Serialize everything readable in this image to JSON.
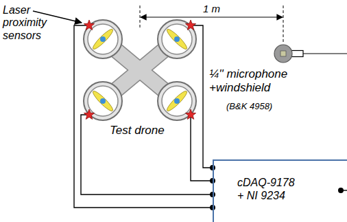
{
  "diagram": {
    "nodes": [
      {
        "text": [
          "cDAQ-9178 + NI 9234"
        ]
      }
    ],
    "labels": [
      "Laser proximity sensors",
      "1 m",
      "¼'' microphone +windshield",
      "(B&K 4958)",
      "Test drone"
    ]
  }
}
